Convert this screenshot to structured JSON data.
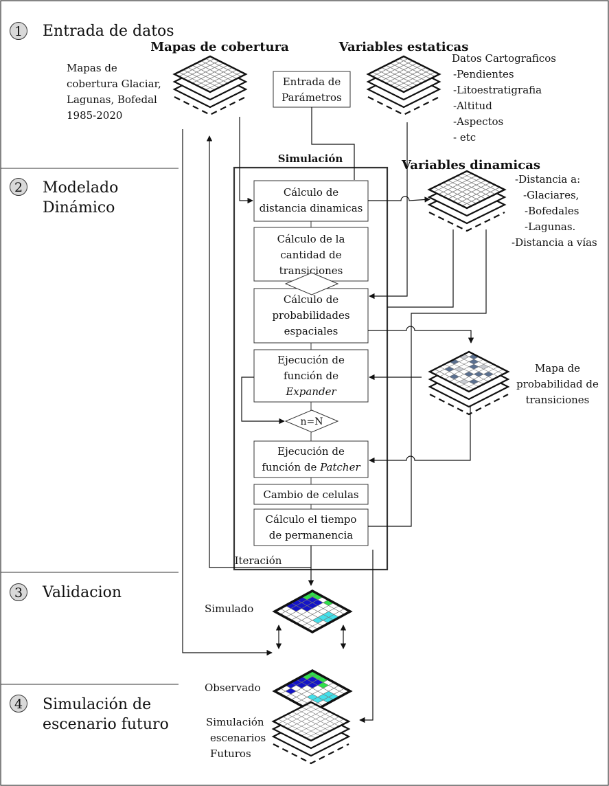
{
  "sections": [
    {
      "num": "1",
      "title_lines": [
        "Entrada de datos"
      ]
    },
    {
      "num": "2",
      "title_lines": [
        "Modelado",
        "Dinámico"
      ]
    },
    {
      "num": "3",
      "title_lines": [
        "Validacion"
      ]
    },
    {
      "num": "4",
      "title_lines": [
        "Simulación de",
        "escenario futuro"
      ]
    }
  ],
  "inputs": {
    "cobertura_title": "Mapas de cobertura",
    "cobertura_desc": [
      "Mapas de",
      "cobertura Glaciar,",
      "Lagunas, Bofedal",
      "1985-2020"
    ],
    "parametros_lines": [
      "Entrada de",
      "Parámetros"
    ],
    "estaticas_title": "Variables estaticas",
    "estaticas_desc": [
      "Datos Cartograficos",
      "-Pendientes",
      "-Litoestratigrafia",
      "-Altitud",
      "-Aspectos",
      "- etc"
    ]
  },
  "simulation": {
    "title": "Simulación",
    "steps": [
      {
        "lines": [
          "Cálculo de",
          "distancia dinamicas"
        ]
      },
      {
        "lines": [
          "Cálculo de la",
          "cantidad de",
          "transiciones"
        ]
      },
      {
        "lines": [
          "Cálculo de",
          "probabilidades",
          "espaciales"
        ]
      },
      {
        "lines": [
          "Ejecución de",
          "función de"
        ],
        "italic_line": "Expander"
      },
      {
        "lines": [
          "Ejecución de"
        ],
        "mixed_line": {
          "plain": "función de ",
          "italic": "Patcher"
        }
      },
      {
        "lines": [
          "Cambio de celulas"
        ]
      },
      {
        "lines": [
          "Cálculo el tiempo",
          "de permanencia"
        ]
      }
    ],
    "decision": "n=N",
    "iteration_label": "Iteración"
  },
  "dynamic_vars": {
    "title": "Variables dinamicas",
    "desc": [
      "-Distancia a:",
      "-Glaciares,",
      "-Bofedales",
      "-Lagunas.",
      "-Distancia a vías"
    ]
  },
  "prob_map": {
    "desc": [
      "Mapa de",
      "probabilidad de",
      "transiciones"
    ]
  },
  "validation": {
    "simulated_label": "Simulado",
    "observed_label": "Observado"
  },
  "future": {
    "desc": [
      "Simulación",
      "escenarios",
      "Futuros"
    ]
  },
  "colors": {
    "grid_line": "#777777",
    "prob_cell": "#5a6f8f",
    "prob_cell_light": "#c9ccd2",
    "class_blue": "#1414c8",
    "class_green": "#2fe04a",
    "class_cyan": "#44e0ea"
  }
}
